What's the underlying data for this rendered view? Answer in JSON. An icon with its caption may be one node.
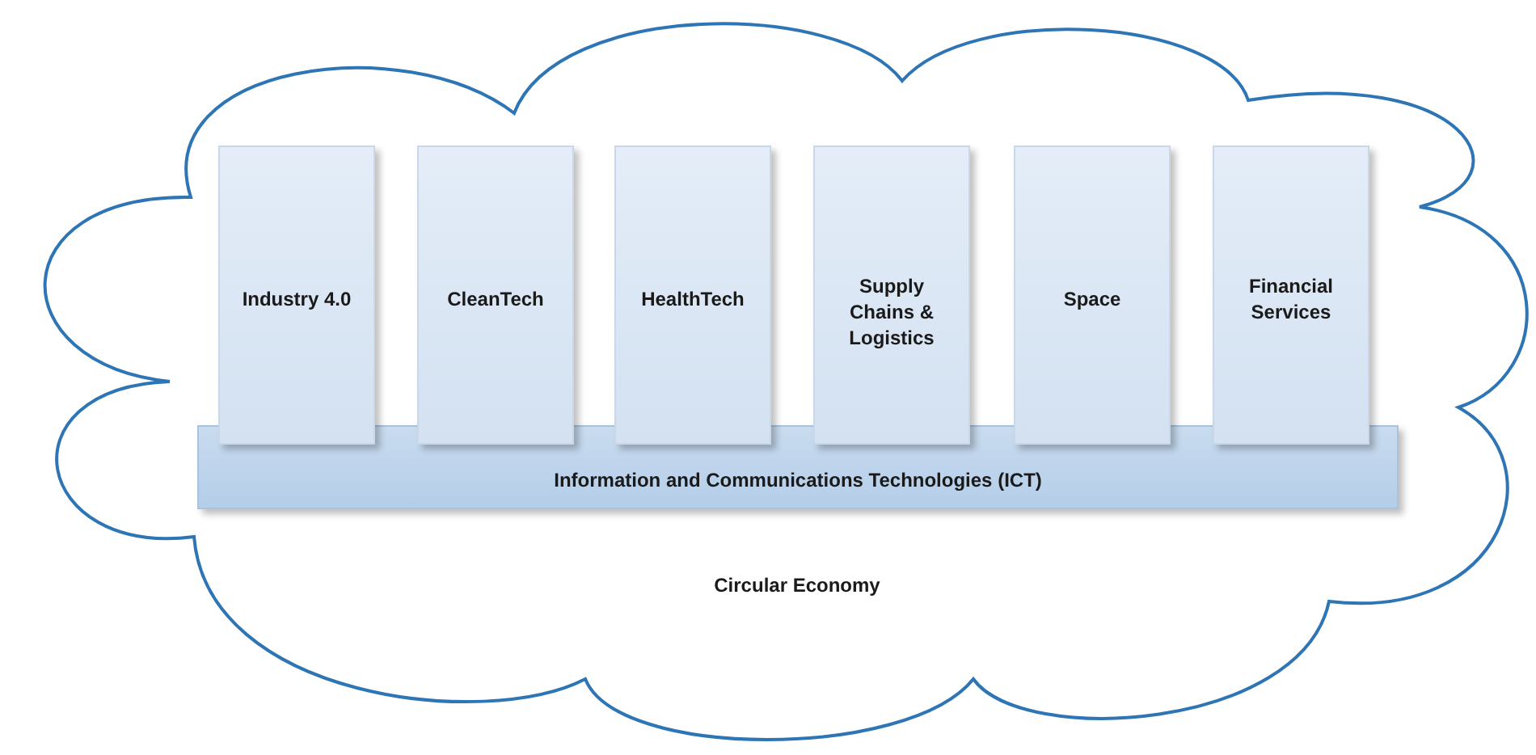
{
  "diagram": {
    "nodes": [
      {
        "text": [
          "Circular Economy"
        ]
      },
      {
        "text": [
          "Industry 4.0"
        ],
        "in": 0
      },
      {
        "text": [
          "CleanTech"
        ],
        "in": 0
      },
      {
        "text": [
          "HealthTech"
        ],
        "in": 0
      },
      {
        "text": [
          "Supply Chains & Logistics"
        ],
        "in": 0
      },
      {
        "text": [
          "Space"
        ],
        "in": 0
      },
      {
        "text": [
          "Financial Services"
        ],
        "in": 0
      },
      {
        "text": [
          "Information and Communications Technologies (ICT)"
        ],
        "in": 0
      }
    ]
  }
}
